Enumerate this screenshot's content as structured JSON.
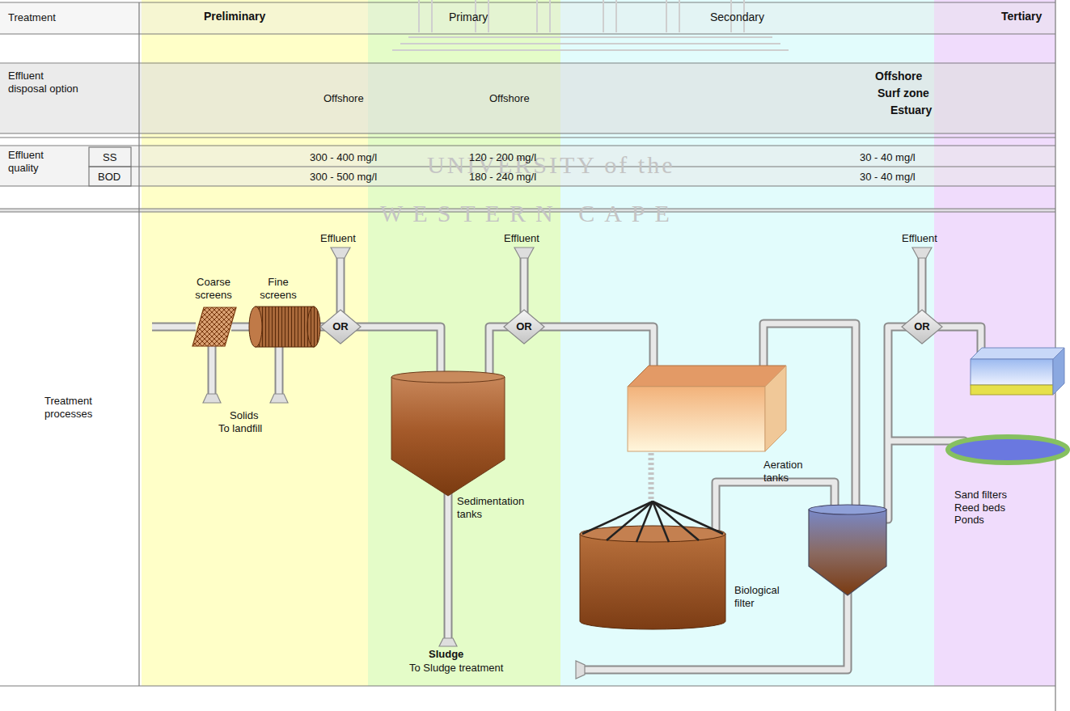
{
  "diagram": {
    "nodes": [
      {
        "text": [
          "Coarse screens"
        ]
      },
      {
        "text": [
          "Fine screens"
        ]
      },
      {
        "text": [
          "OR"
        ]
      },
      {
        "text": [
          "Sedimentation tanks"
        ]
      },
      {
        "text": [
          "OR"
        ]
      },
      {
        "text": [
          "Aeration tanks"
        ]
      },
      {
        "text": [
          "Biological filter"
        ]
      },
      {
        "text": [
          "OR"
        ]
      },
      {
        "text": [
          "Sand filters Reed beds Ponds"
        ]
      }
    ],
    "edges": [
      {
        "from": 0,
        "to": 1,
        "arrow": "none"
      },
      {
        "from": 1,
        "to": 2,
        "arrow": "none"
      },
      {
        "from": 2,
        "to": 3,
        "arrow": "none"
      },
      {
        "from": 3,
        "to": 4,
        "arrow": "none"
      },
      {
        "from": 4,
        "to": 5,
        "arrow": "none"
      },
      {
        "from": 5,
        "to": 6,
        "arrow": "none"
      },
      {
        "from": 7,
        "to": 8,
        "arrow": "none"
      }
    ],
    "labels": [
      "UNIVERSITY of the",
      "WESTERN CAPE",
      "Treatment",
      "Preliminary",
      "Primary",
      "Secondary",
      "Tertiary",
      "Effluent disposal option",
      "Offshore",
      "Offshore",
      "Offshore",
      "Surf zone",
      "Estuary",
      "Effluent quality",
      "SS",
      "BOD",
      "300 - 400 mg/l",
      "120 - 200 mg/l",
      "30 - 40 mg/l",
      "300 - 500 mg/l",
      "180 - 240 mg/l",
      "30 - 40 mg/l",
      "Treatment processes",
      "Effluent",
      "Effluent",
      "Effluent",
      "Solids",
      "To landfill",
      "Sludge",
      "To Sludge treatment"
    ]
  }
}
